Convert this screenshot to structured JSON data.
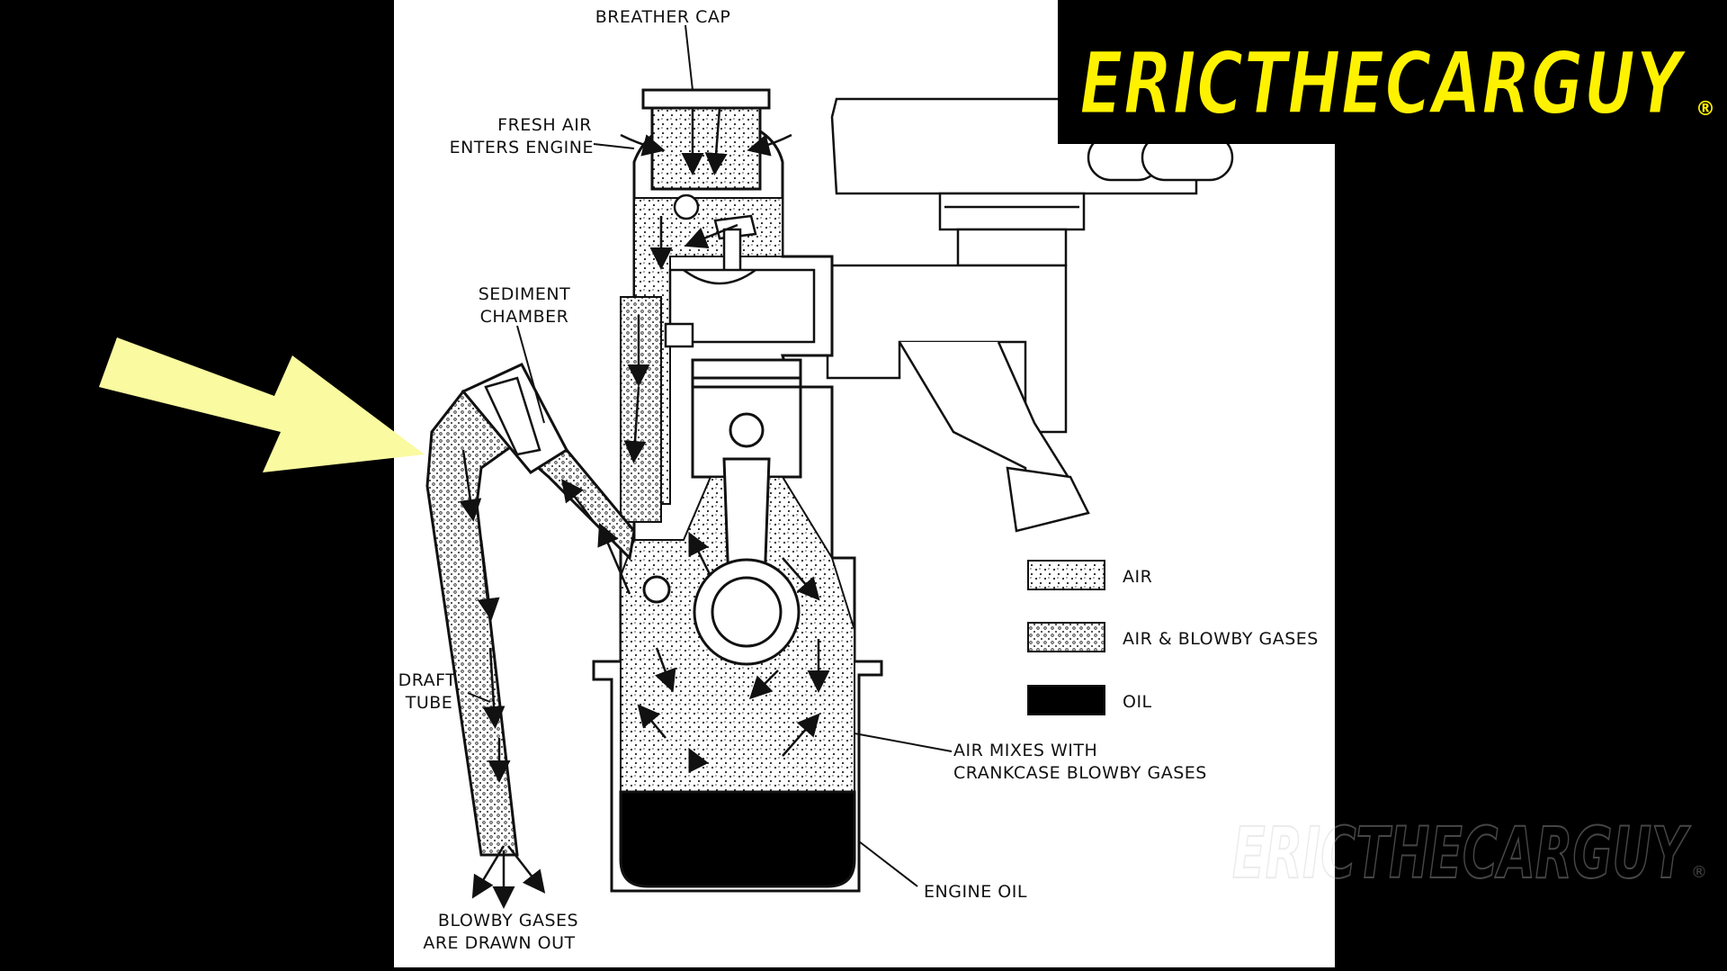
{
  "labels": {
    "breather_cap": "BREATHER CAP",
    "fresh_air_1": "FRESH AIR",
    "fresh_air_2": "ENTERS ENGINE",
    "sediment_1": "SEDIMENT",
    "sediment_2": "CHAMBER",
    "draft_1": "DRAFT",
    "draft_2": "TUBE",
    "blowby_1": "BLOWBY GASES",
    "blowby_2": "ARE DRAWN OUT",
    "air_mixes_1": "AIR MIXES WITH",
    "air_mixes_2": "CRANKCASE BLOWBY GASES",
    "engine_oil": "ENGINE OIL"
  },
  "legend": [
    {
      "label": "AIR"
    },
    {
      "label": "AIR & BLOWBY GASES"
    },
    {
      "label": "OIL"
    }
  ],
  "logo": {
    "text": "ERICTHECARGUY",
    "mark": "®"
  },
  "watermark": {
    "text": "ERICTHECARGUY",
    "mark": "®"
  },
  "colors": {
    "background": "#000000",
    "paper": "#ffffff",
    "line": "#111111",
    "logo_yellow": "#fff200",
    "pointer_arrow": "#fafaa0"
  },
  "icons": {
    "pointer": "arrow-pointer-icon"
  }
}
